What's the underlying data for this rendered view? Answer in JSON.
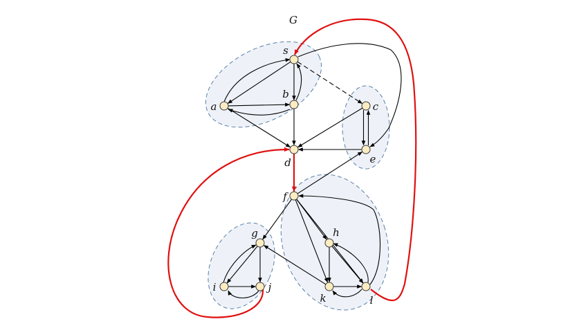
{
  "graph": {
    "title": "G",
    "colors": {
      "node_fill": "#fbecc2",
      "node_stroke": "#3a3a3a",
      "component_fill": "#eef2f8",
      "component_stroke": "#5b7fa6",
      "edge": "#000000",
      "highlight": "#e01010"
    },
    "nodes": [
      {
        "id": "s",
        "label": "s"
      },
      {
        "id": "a",
        "label": "a"
      },
      {
        "id": "b",
        "label": "b"
      },
      {
        "id": "c",
        "label": "c"
      },
      {
        "id": "d",
        "label": "d"
      },
      {
        "id": "e",
        "label": "e"
      },
      {
        "id": "f",
        "label": "f"
      },
      {
        "id": "g",
        "label": "g"
      },
      {
        "id": "h",
        "label": "h"
      },
      {
        "id": "i",
        "label": "i"
      },
      {
        "id": "j",
        "label": "j"
      },
      {
        "id": "k",
        "label": "k"
      },
      {
        "id": "l",
        "label": "l"
      }
    ],
    "components": [
      [
        "s",
        "a",
        "b"
      ],
      [
        "c",
        "e"
      ],
      [
        "f",
        "h",
        "k",
        "l"
      ],
      [
        "g",
        "i",
        "j"
      ]
    ],
    "edges": [
      {
        "from": "s",
        "to": "a",
        "style": "solid"
      },
      {
        "from": "a",
        "to": "s",
        "style": "solid"
      },
      {
        "from": "s",
        "to": "b",
        "style": "solid"
      },
      {
        "from": "b",
        "to": "s",
        "style": "solid"
      },
      {
        "from": "a",
        "to": "b",
        "style": "solid"
      },
      {
        "from": "b",
        "to": "a",
        "style": "solid"
      },
      {
        "from": "s",
        "to": "c",
        "style": "dashed"
      },
      {
        "from": "s",
        "to": "e",
        "style": "solid"
      },
      {
        "from": "a",
        "to": "d",
        "style": "solid"
      },
      {
        "from": "b",
        "to": "d",
        "style": "solid"
      },
      {
        "from": "c",
        "to": "d",
        "style": "solid"
      },
      {
        "from": "c",
        "to": "e",
        "style": "solid"
      },
      {
        "from": "e",
        "to": "c",
        "style": "solid"
      },
      {
        "from": "e",
        "to": "d",
        "style": "solid"
      },
      {
        "from": "d",
        "to": "f",
        "style": "highlight"
      },
      {
        "from": "f",
        "to": "e",
        "style": "solid"
      },
      {
        "from": "f",
        "to": "g",
        "style": "solid"
      },
      {
        "from": "f",
        "to": "h",
        "style": "solid"
      },
      {
        "from": "f",
        "to": "k",
        "style": "solid"
      },
      {
        "from": "f",
        "to": "l",
        "style": "solid"
      },
      {
        "from": "l",
        "to": "f",
        "style": "solid"
      },
      {
        "from": "h",
        "to": "k",
        "style": "solid"
      },
      {
        "from": "h",
        "to": "l",
        "style": "solid"
      },
      {
        "from": "l",
        "to": "h",
        "style": "solid"
      },
      {
        "from": "k",
        "to": "l",
        "style": "solid"
      },
      {
        "from": "l",
        "to": "k",
        "style": "solid"
      },
      {
        "from": "k",
        "to": "g",
        "style": "solid"
      },
      {
        "from": "g",
        "to": "i",
        "style": "solid"
      },
      {
        "from": "i",
        "to": "g",
        "style": "solid"
      },
      {
        "from": "g",
        "to": "j",
        "style": "solid"
      },
      {
        "from": "i",
        "to": "j",
        "style": "solid"
      },
      {
        "from": "j",
        "to": "i",
        "style": "solid"
      },
      {
        "from": "j",
        "to": "d",
        "style": "highlight"
      },
      {
        "from": "l",
        "to": "s",
        "style": "highlight"
      }
    ]
  }
}
